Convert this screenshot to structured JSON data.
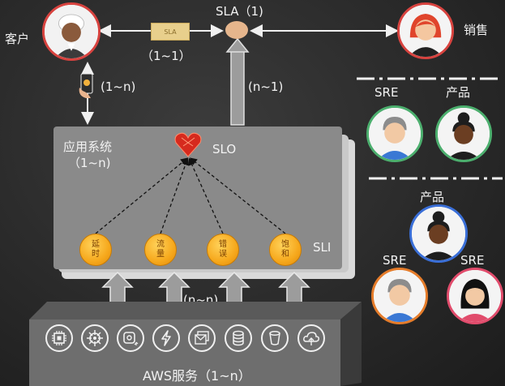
{
  "top": {
    "sla_label": "SLA（1)",
    "customer_label": "客户",
    "sales_label": "销售",
    "doc_text": "SLA",
    "customer_sla_cardinality": "（1~1）",
    "customer_app_cardinality": "(1~n)",
    "slo_sla_cardinality": "(n~1)"
  },
  "app_system": {
    "title": "应用系统",
    "cardinality": "（1~n)",
    "slo_label": "SLO",
    "sli_label": "SLI",
    "sli_coins": [
      {
        "line1": "延",
        "line2": "时"
      },
      {
        "line1": "流",
        "line2": "量"
      },
      {
        "line1": "错",
        "line2": "误"
      },
      {
        "line1": "饱",
        "line2": "和"
      }
    ]
  },
  "aws": {
    "title": "AWS服务（1~n）",
    "link_cardinality": "(n~n)",
    "services": [
      "chip-icon",
      "helm-icon",
      "container-icon",
      "lambda-icon",
      "layers-icon",
      "database-icon",
      "bucket-icon",
      "cloud-function-icon"
    ]
  },
  "roles": {
    "group1": {
      "sre_label": "SRE",
      "product_label": "产品"
    },
    "group2": {
      "product_label": "产品",
      "sre_label_left": "SRE",
      "sre_label_right": "SRE"
    }
  }
}
